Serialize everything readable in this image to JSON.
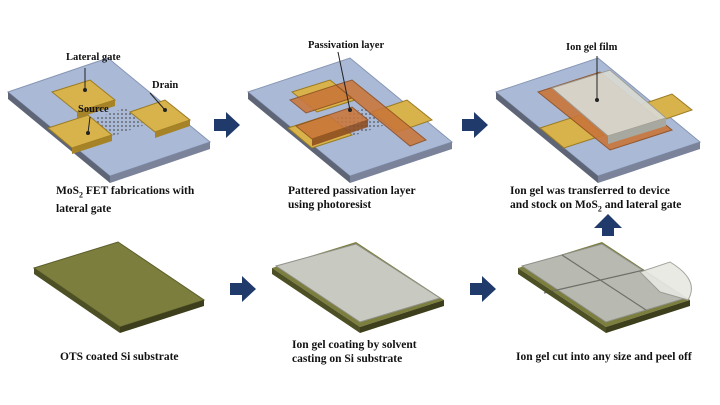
{
  "panels": {
    "p1": {
      "caption_line1_pre": "MoS",
      "caption_line1_sub": "2",
      "caption_line1_post": " FET fabrications  with",
      "caption_line2": "lateral gate",
      "labels": {
        "lateral_gate": "Lateral  gate",
        "drain": "Drain",
        "source": "Source"
      }
    },
    "p2": {
      "caption_line1": "Pattered passivation layer",
      "caption_line2": "using photoresist",
      "labels": {
        "passivation": "Passivation  layer"
      }
    },
    "p3": {
      "caption_line1": "Ion gel was transferred to device",
      "caption_line2_pre": "and stock on MoS",
      "caption_line2_sub": "2",
      "caption_line2_post": " and lateral gate",
      "labels": {
        "ion_gel_film": "Ion gel film"
      }
    },
    "p4": {
      "caption_line1": "OTS coated Si substrate"
    },
    "p5": {
      "caption_line1": "Ion gel coating by solvent",
      "caption_line2": "casting on Si substrate"
    },
    "p6": {
      "caption_line1": "Ion gel cut into any size and peel off"
    }
  },
  "colors": {
    "arrow": "#1f3a6b",
    "substrate_top": "#a9b9d6",
    "gold": "#d8b24a",
    "orange": "#c9763a",
    "olive": "#7c7e3e",
    "gel": "#c8c9c0"
  }
}
